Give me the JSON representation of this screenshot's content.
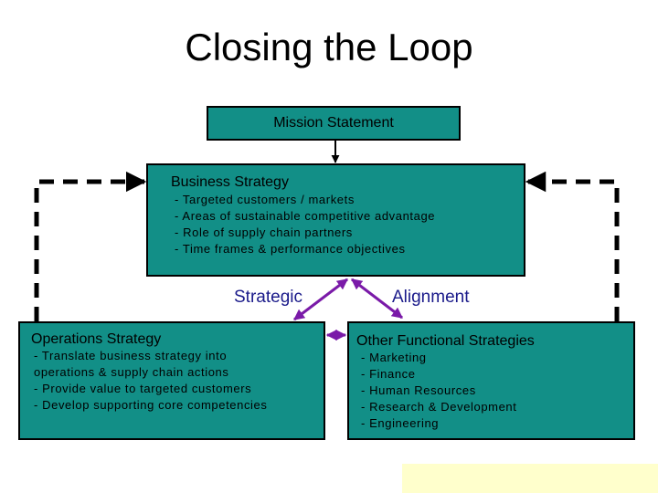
{
  "title": "Closing the Loop",
  "mission": {
    "label": "Mission Statement"
  },
  "business": {
    "heading": "Business Strategy",
    "items": [
      "- Targeted customers / markets",
      "- Areas of sustainable competitive advantage",
      "- Role of supply chain partners",
      "- Time frames & performance objectives"
    ]
  },
  "alignment_label": {
    "part1": "Strategic",
    "part2": "Alignment"
  },
  "operations": {
    "heading": "Operations Strategy",
    "items": [
      "- Translate business strategy into",
      "operations & supply chain actions",
      "- Provide value to targeted customers",
      "- Develop supporting core competencies"
    ]
  },
  "other": {
    "heading": "Other Functional Strategies",
    "items": [
      "- Marketing",
      "- Finance",
      "- Human Resources",
      "- Research & Development",
      "- Engineering"
    ]
  },
  "colors": {
    "box_fill": "#128f87",
    "arrow_purple": "#7a1aa8",
    "label_blue": "#1a1a8a",
    "note_fill": "#ffffcc"
  }
}
